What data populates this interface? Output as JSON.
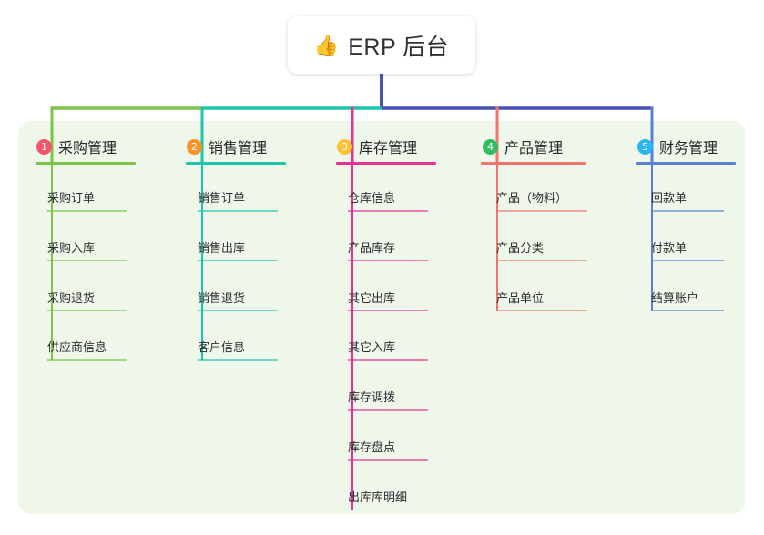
{
  "header": {
    "emoji": "👍",
    "emoji_name": "thumbs-up-icon",
    "title": "ERP 后台"
  },
  "colors": {
    "panel_bg": "#eef7e9",
    "page_bg": "#ffffff",
    "stem": "#4950b5",
    "text": "#25282c",
    "columns": [
      "#7dc24b",
      "#1ec4a8",
      "#e8308f",
      "#f4736b",
      "#5b7fd4"
    ],
    "badges": [
      "#f4556b",
      "#f79327",
      "#ffc233",
      "#2fbf5f",
      "#29b6f6"
    ]
  },
  "chart_data": {
    "type": "diagram",
    "title": "ERP 后台",
    "layout": "top-down org/mind map, 5 branches",
    "root": "ERP 后台",
    "branch_count": 5,
    "branches": [
      {
        "number": "1",
        "label": "采购管理",
        "children": [
          "采购订单",
          "采购入库",
          "采购退货",
          "供应商信息"
        ]
      },
      {
        "number": "2",
        "label": "销售管理",
        "children": [
          "销售订单",
          "销售出库",
          "销售退货",
          "客户信息"
        ]
      },
      {
        "number": "3",
        "label": "库存管理",
        "children": [
          "仓库信息",
          "产品库存",
          "其它出库",
          "其它入库",
          "库存调拨",
          "库存盘点",
          "出库库明细"
        ]
      },
      {
        "number": "4",
        "label": "产品管理",
        "children": [
          "产品（物料）",
          "产品分类",
          "产品单位"
        ]
      },
      {
        "number": "5",
        "label": "财务管理",
        "children": [
          "回款单",
          "付款单",
          "结算账户"
        ]
      }
    ]
  },
  "columns": [
    {
      "index": 0,
      "number": "1",
      "title": "采购管理",
      "badge_color": "#f4556b",
      "line_color": "#7dc24b",
      "items": [
        {
          "label": "采购订单"
        },
        {
          "label": "采购入库"
        },
        {
          "label": "采购退货"
        },
        {
          "label": "供应商信息"
        }
      ]
    },
    {
      "index": 1,
      "number": "2",
      "title": "销售管理",
      "badge_color": "#f79327",
      "line_color": "#1ec4a8",
      "items": [
        {
          "label": "销售订单"
        },
        {
          "label": "销售出库"
        },
        {
          "label": "销售退货"
        },
        {
          "label": "客户信息"
        }
      ]
    },
    {
      "index": 2,
      "number": "3",
      "title": "库存管理",
      "badge_color": "#ffc233",
      "line_color": "#e8308f",
      "items": [
        {
          "label": "仓库信息"
        },
        {
          "label": "产品库存"
        },
        {
          "label": "其它出库"
        },
        {
          "label": "其它入库"
        },
        {
          "label": "库存调拨"
        },
        {
          "label": "库存盘点"
        },
        {
          "label": "出库库明细"
        }
      ]
    },
    {
      "index": 3,
      "number": "4",
      "title": "产品管理",
      "badge_color": "#2fbf5f",
      "line_color": "#f4736b",
      "items": [
        {
          "label": "产品（物料）"
        },
        {
          "label": "产品分类"
        },
        {
          "label": "产品单位"
        }
      ]
    },
    {
      "index": 4,
      "number": "5",
      "title": "财务管理",
      "badge_color": "#29b6f6",
      "line_color": "#5b7fd4",
      "items": [
        {
          "label": "回款单"
        },
        {
          "label": "付款单"
        },
        {
          "label": "结算账户"
        }
      ]
    }
  ]
}
